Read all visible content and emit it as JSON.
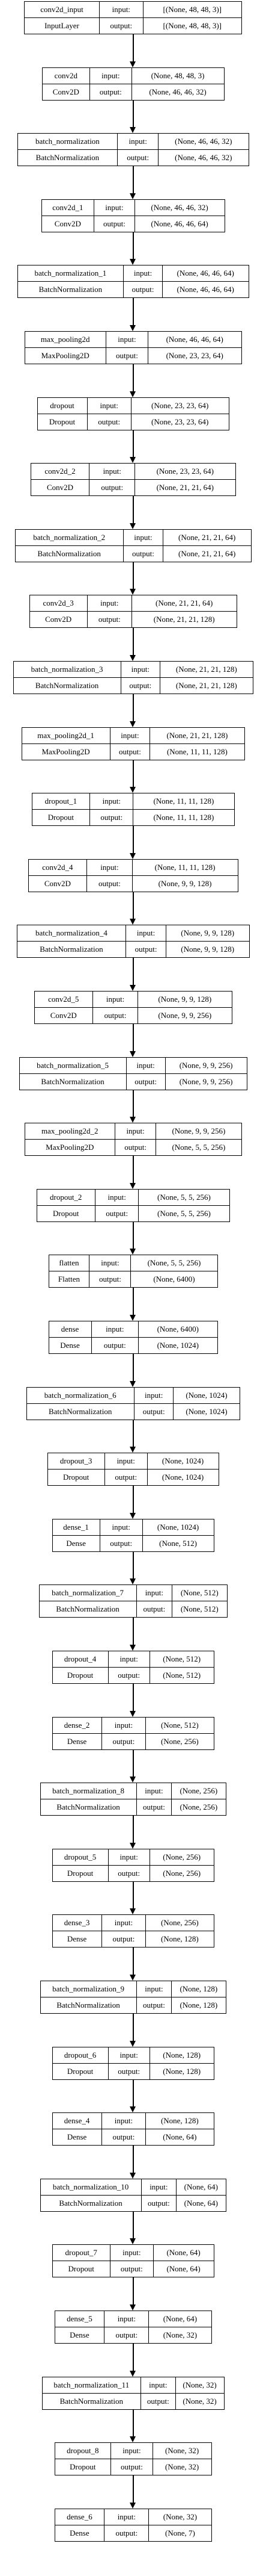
{
  "diagram": {
    "layers": [
      {
        "name": "conv2d_input",
        "type": "InputLayer",
        "input_shape": "[(None, 48, 48, 3)]",
        "output_shape": "[(None, 48, 48, 3)]"
      },
      {
        "name": "conv2d",
        "type": "Conv2D",
        "input_shape": "(None, 48, 48, 3)",
        "output_shape": "(None, 46, 46, 32)"
      },
      {
        "name": "batch_normalization",
        "type": "BatchNormalization",
        "input_shape": "(None, 46, 46, 32)",
        "output_shape": "(None, 46, 46, 32)"
      },
      {
        "name": "conv2d_1",
        "type": "Conv2D",
        "input_shape": "(None, 46, 46, 32)",
        "output_shape": "(None, 46, 46, 64)"
      },
      {
        "name": "batch_normalization_1",
        "type": "BatchNormalization",
        "input_shape": "(None, 46, 46, 64)",
        "output_shape": "(None, 46, 46, 64)"
      },
      {
        "name": "max_pooling2d",
        "type": "MaxPooling2D",
        "input_shape": "(None, 46, 46, 64)",
        "output_shape": "(None, 23, 23, 64)"
      },
      {
        "name": "dropout",
        "type": "Dropout",
        "input_shape": "(None, 23, 23, 64)",
        "output_shape": "(None, 23, 23, 64)"
      },
      {
        "name": "conv2d_2",
        "type": "Conv2D",
        "input_shape": "(None, 23, 23, 64)",
        "output_shape": "(None, 21, 21, 64)"
      },
      {
        "name": "batch_normalization_2",
        "type": "BatchNormalization",
        "input_shape": "(None, 21, 21, 64)",
        "output_shape": "(None, 21, 21, 64)"
      },
      {
        "name": "conv2d_3",
        "type": "Conv2D",
        "input_shape": "(None, 21, 21, 64)",
        "output_shape": "(None, 21, 21, 128)"
      },
      {
        "name": "batch_normalization_3",
        "type": "BatchNormalization",
        "input_shape": "(None, 21, 21, 128)",
        "output_shape": "(None, 21, 21, 128)"
      },
      {
        "name": "max_pooling2d_1",
        "type": "MaxPooling2D",
        "input_shape": "(None, 21, 21, 128)",
        "output_shape": "(None, 11, 11, 128)"
      },
      {
        "name": "dropout_1",
        "type": "Dropout",
        "input_shape": "(None, 11, 11, 128)",
        "output_shape": "(None, 11, 11, 128)"
      },
      {
        "name": "conv2d_4",
        "type": "Conv2D",
        "input_shape": "(None, 11, 11, 128)",
        "output_shape": "(None, 9, 9, 128)"
      },
      {
        "name": "batch_normalization_4",
        "type": "BatchNormalization",
        "input_shape": "(None, 9, 9, 128)",
        "output_shape": "(None, 9, 9, 128)"
      },
      {
        "name": "conv2d_5",
        "type": "Conv2D",
        "input_shape": "(None, 9, 9, 128)",
        "output_shape": "(None, 9, 9, 256)"
      },
      {
        "name": "batch_normalization_5",
        "type": "BatchNormalization",
        "input_shape": "(None, 9, 9, 256)",
        "output_shape": "(None, 9, 9, 256)"
      },
      {
        "name": "max_pooling2d_2",
        "type": "MaxPooling2D",
        "input_shape": "(None, 9, 9, 256)",
        "output_shape": "(None, 5, 5, 256)"
      },
      {
        "name": "dropout_2",
        "type": "Dropout",
        "input_shape": "(None, 5, 5, 256)",
        "output_shape": "(None, 5, 5, 256)"
      },
      {
        "name": "flatten",
        "type": "Flatten",
        "input_shape": "(None, 5, 5, 256)",
        "output_shape": "(None, 6400)"
      },
      {
        "name": "dense",
        "type": "Dense",
        "input_shape": "(None, 6400)",
        "output_shape": "(None, 1024)"
      },
      {
        "name": "batch_normalization_6",
        "type": "BatchNormalization",
        "input_shape": "(None, 1024)",
        "output_shape": "(None, 1024)"
      },
      {
        "name": "dropout_3",
        "type": "Dropout",
        "input_shape": "(None, 1024)",
        "output_shape": "(None, 1024)"
      },
      {
        "name": "dense_1",
        "type": "Dense",
        "input_shape": "(None, 1024)",
        "output_shape": "(None, 512)"
      },
      {
        "name": "batch_normalization_7",
        "type": "BatchNormalization",
        "input_shape": "(None, 512)",
        "output_shape": "(None, 512)"
      },
      {
        "name": "dropout_4",
        "type": "Dropout",
        "input_shape": "(None, 512)",
        "output_shape": "(None, 512)"
      },
      {
        "name": "dense_2",
        "type": "Dense",
        "input_shape": "(None, 512)",
        "output_shape": "(None, 256)"
      },
      {
        "name": "batch_normalization_8",
        "type": "BatchNormalization",
        "input_shape": "(None, 256)",
        "output_shape": "(None, 256)"
      },
      {
        "name": "dropout_5",
        "type": "Dropout",
        "input_shape": "(None, 256)",
        "output_shape": "(None, 256)"
      },
      {
        "name": "dense_3",
        "type": "Dense",
        "input_shape": "(None, 256)",
        "output_shape": "(None, 128)"
      },
      {
        "name": "batch_normalization_9",
        "type": "BatchNormalization",
        "input_shape": "(None, 128)",
        "output_shape": "(None, 128)"
      },
      {
        "name": "dropout_6",
        "type": "Dropout",
        "input_shape": "(None, 128)",
        "output_shape": "(None, 128)"
      },
      {
        "name": "dense_4",
        "type": "Dense",
        "input_shape": "(None, 128)",
        "output_shape": "(None, 64)"
      },
      {
        "name": "batch_normalization_10",
        "type": "BatchNormalization",
        "input_shape": "(None, 64)",
        "output_shape": "(None, 64)"
      },
      {
        "name": "dropout_7",
        "type": "Dropout",
        "input_shape": "(None, 64)",
        "output_shape": "(None, 64)"
      },
      {
        "name": "dense_5",
        "type": "Dense",
        "input_shape": "(None, 64)",
        "output_shape": "(None, 32)"
      },
      {
        "name": "batch_normalization_11",
        "type": "BatchNormalization",
        "input_shape": "(None, 32)",
        "output_shape": "(None, 32)"
      },
      {
        "name": "dropout_8",
        "type": "Dropout",
        "input_shape": "(None, 32)",
        "output_shape": "(None, 32)"
      },
      {
        "name": "dense_6",
        "type": "Dense",
        "input_shape": "(None, 32)",
        "output_shape": "(None, 7)"
      }
    ],
    "port_labels": {
      "input": "input:",
      "output": "output:"
    }
  }
}
